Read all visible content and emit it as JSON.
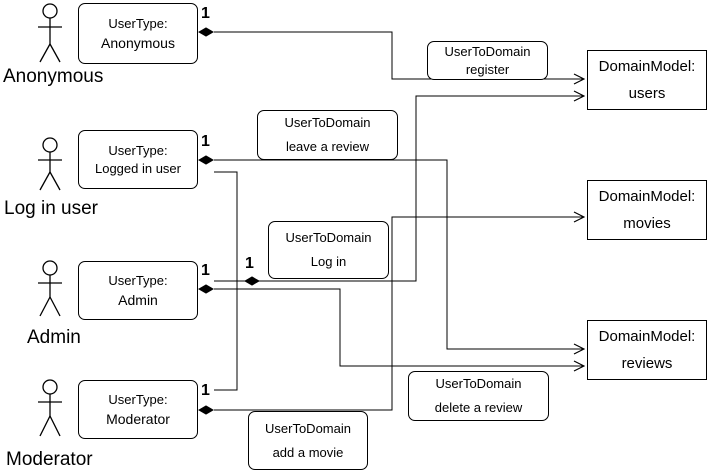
{
  "actors": [
    {
      "label": "Anonymous"
    },
    {
      "label": "Log in user"
    },
    {
      "label": "Admin"
    },
    {
      "label": "Moderator"
    }
  ],
  "user_types": [
    {
      "line1": "UserType:",
      "line2": "Anonymous"
    },
    {
      "line1": "UserType:",
      "line2": "Logged in user"
    },
    {
      "line1": "UserType:",
      "line2": "Admin"
    },
    {
      "line1": "UserType:",
      "line2": "Moderator"
    }
  ],
  "domain_models": [
    {
      "line1": "DomainModel:",
      "line2": "users"
    },
    {
      "line1": "DomainModel:",
      "line2": "movies"
    },
    {
      "line1": "DomainModel:",
      "line2": "reviews"
    }
  ],
  "relations": [
    {
      "line1": "UserToDomain",
      "line2": "register"
    },
    {
      "line1": "UserToDomain",
      "line2": "leave a review"
    },
    {
      "line1": "UserToDomain",
      "line2": "Log in"
    },
    {
      "line1": "UserToDomain",
      "line2": "delete a review"
    },
    {
      "line1": "UserToDomain",
      "line2": "add a movie"
    }
  ],
  "multiplicities": [
    "1",
    "1",
    "1",
    "1",
    "1"
  ]
}
